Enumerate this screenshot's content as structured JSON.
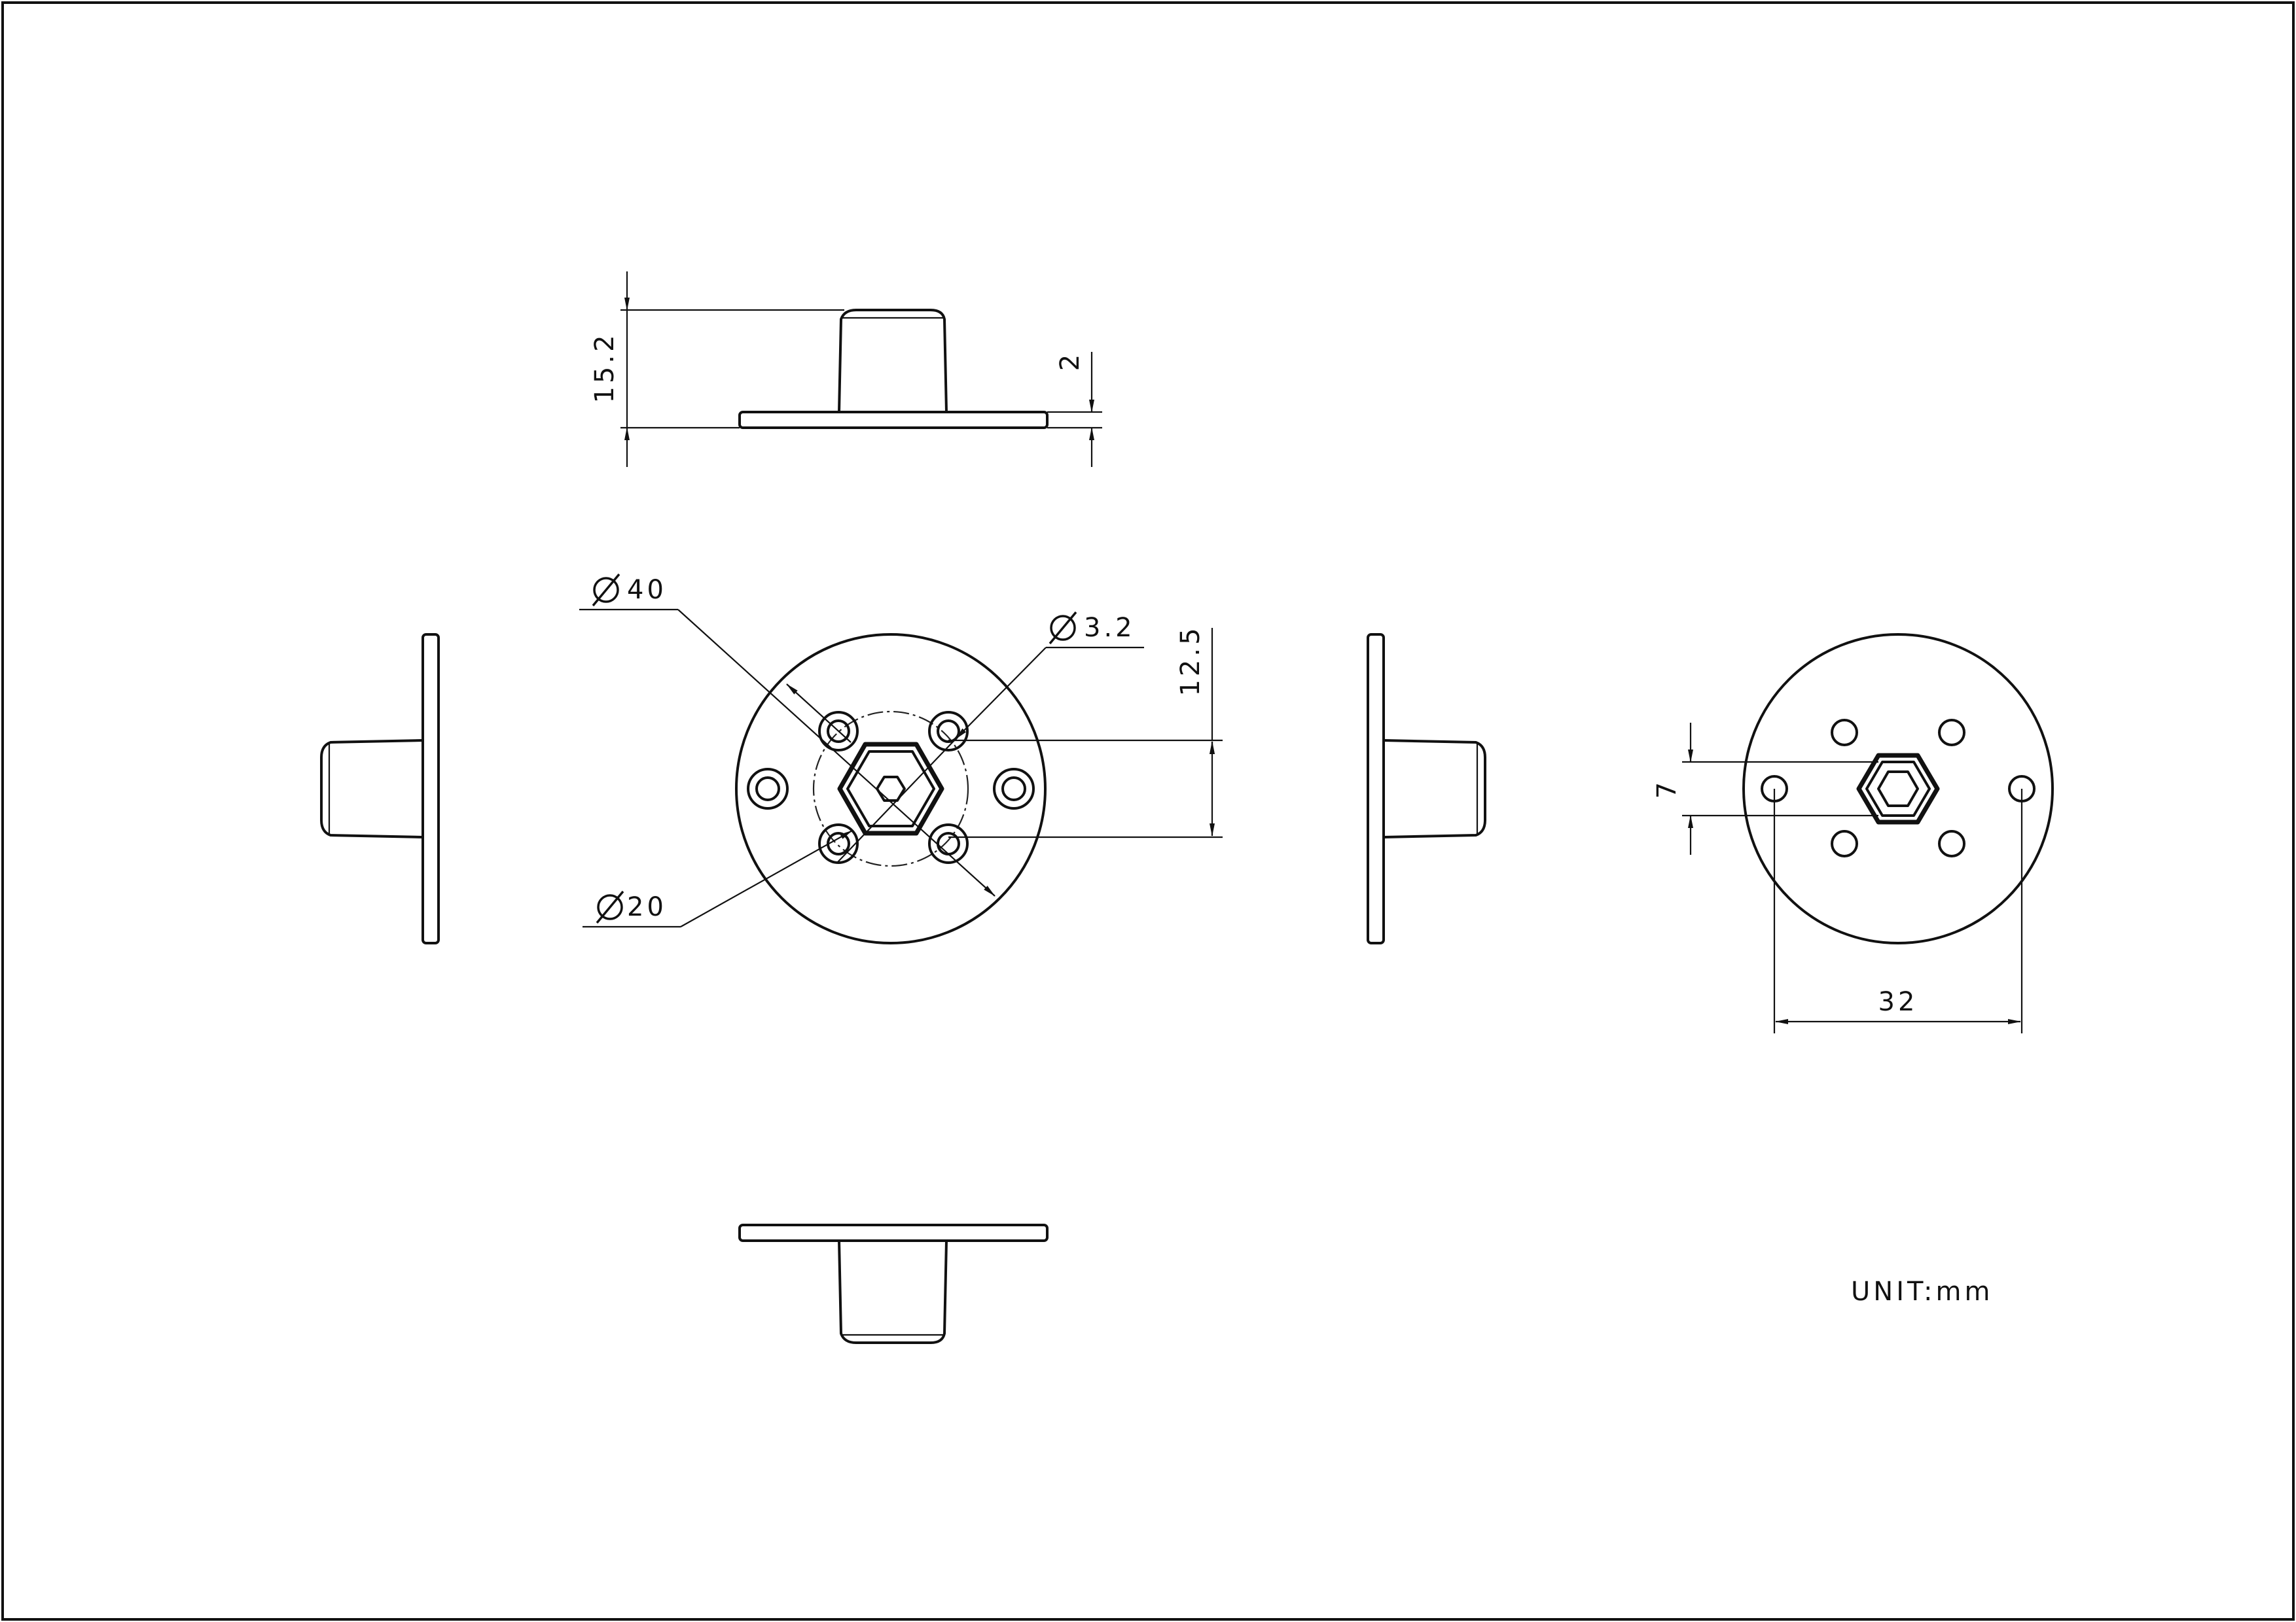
{
  "drawing": {
    "unit_note": "UNIT:mm",
    "dimensions": {
      "overall_height": "15.2",
      "flange_thickness": "2",
      "flange_diameter": "40",
      "mount_hole_diameter": "3.2",
      "hole_pattern_diameter": "20",
      "hole_spacing_vertical": "12.5",
      "rear_hole_spacing_vertical": "7",
      "rear_hole_spacing_horizontal": "32"
    },
    "views": [
      "top-view",
      "left-view",
      "front-view",
      "right-view",
      "rear-view",
      "bottom-view"
    ]
  }
}
